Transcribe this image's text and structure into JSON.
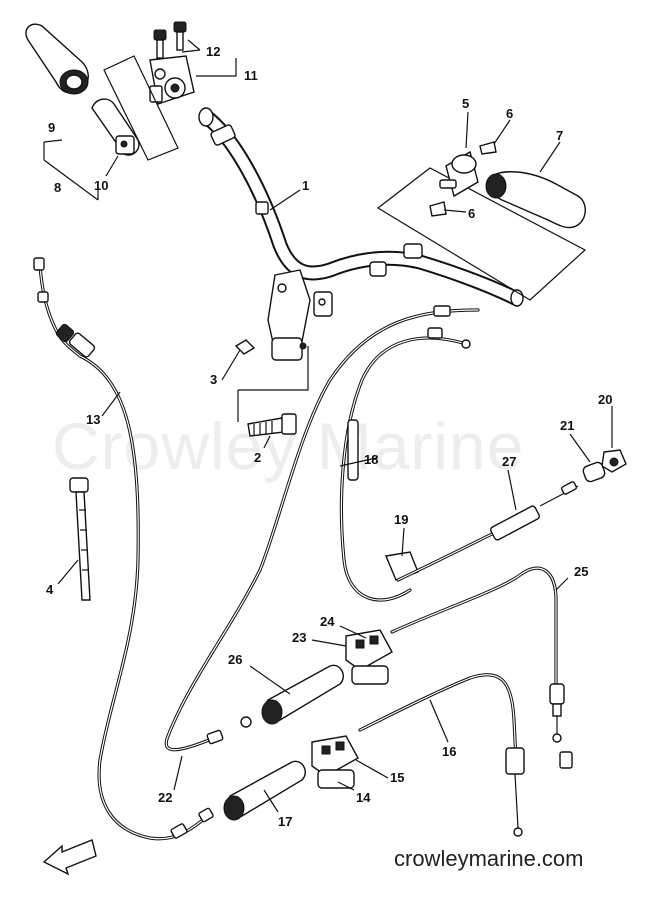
{
  "watermark": "Crowley Marine",
  "footer": "crowleymarine.com",
  "labels": [
    {
      "id": "1",
      "text": "1"
    },
    {
      "id": "2",
      "text": "2"
    },
    {
      "id": "3",
      "text": "3"
    },
    {
      "id": "4",
      "text": "4"
    },
    {
      "id": "5",
      "text": "5"
    },
    {
      "id": "6a",
      "text": "6"
    },
    {
      "id": "6b",
      "text": "6"
    },
    {
      "id": "7",
      "text": "7"
    },
    {
      "id": "8",
      "text": "8"
    },
    {
      "id": "9",
      "text": "9"
    },
    {
      "id": "10",
      "text": "10"
    },
    {
      "id": "11",
      "text": "11"
    },
    {
      "id": "12",
      "text": "12"
    },
    {
      "id": "13",
      "text": "13"
    },
    {
      "id": "14",
      "text": "14"
    },
    {
      "id": "15",
      "text": "15"
    },
    {
      "id": "16",
      "text": "16"
    },
    {
      "id": "17",
      "text": "17"
    },
    {
      "id": "18",
      "text": "18"
    },
    {
      "id": "19",
      "text": "19"
    },
    {
      "id": "20",
      "text": "20"
    },
    {
      "id": "21",
      "text": "21"
    },
    {
      "id": "22",
      "text": "22"
    },
    {
      "id": "23",
      "text": "23"
    },
    {
      "id": "24",
      "text": "24"
    },
    {
      "id": "25",
      "text": "25"
    },
    {
      "id": "26",
      "text": "26"
    },
    {
      "id": "27",
      "text": "27"
    }
  ]
}
